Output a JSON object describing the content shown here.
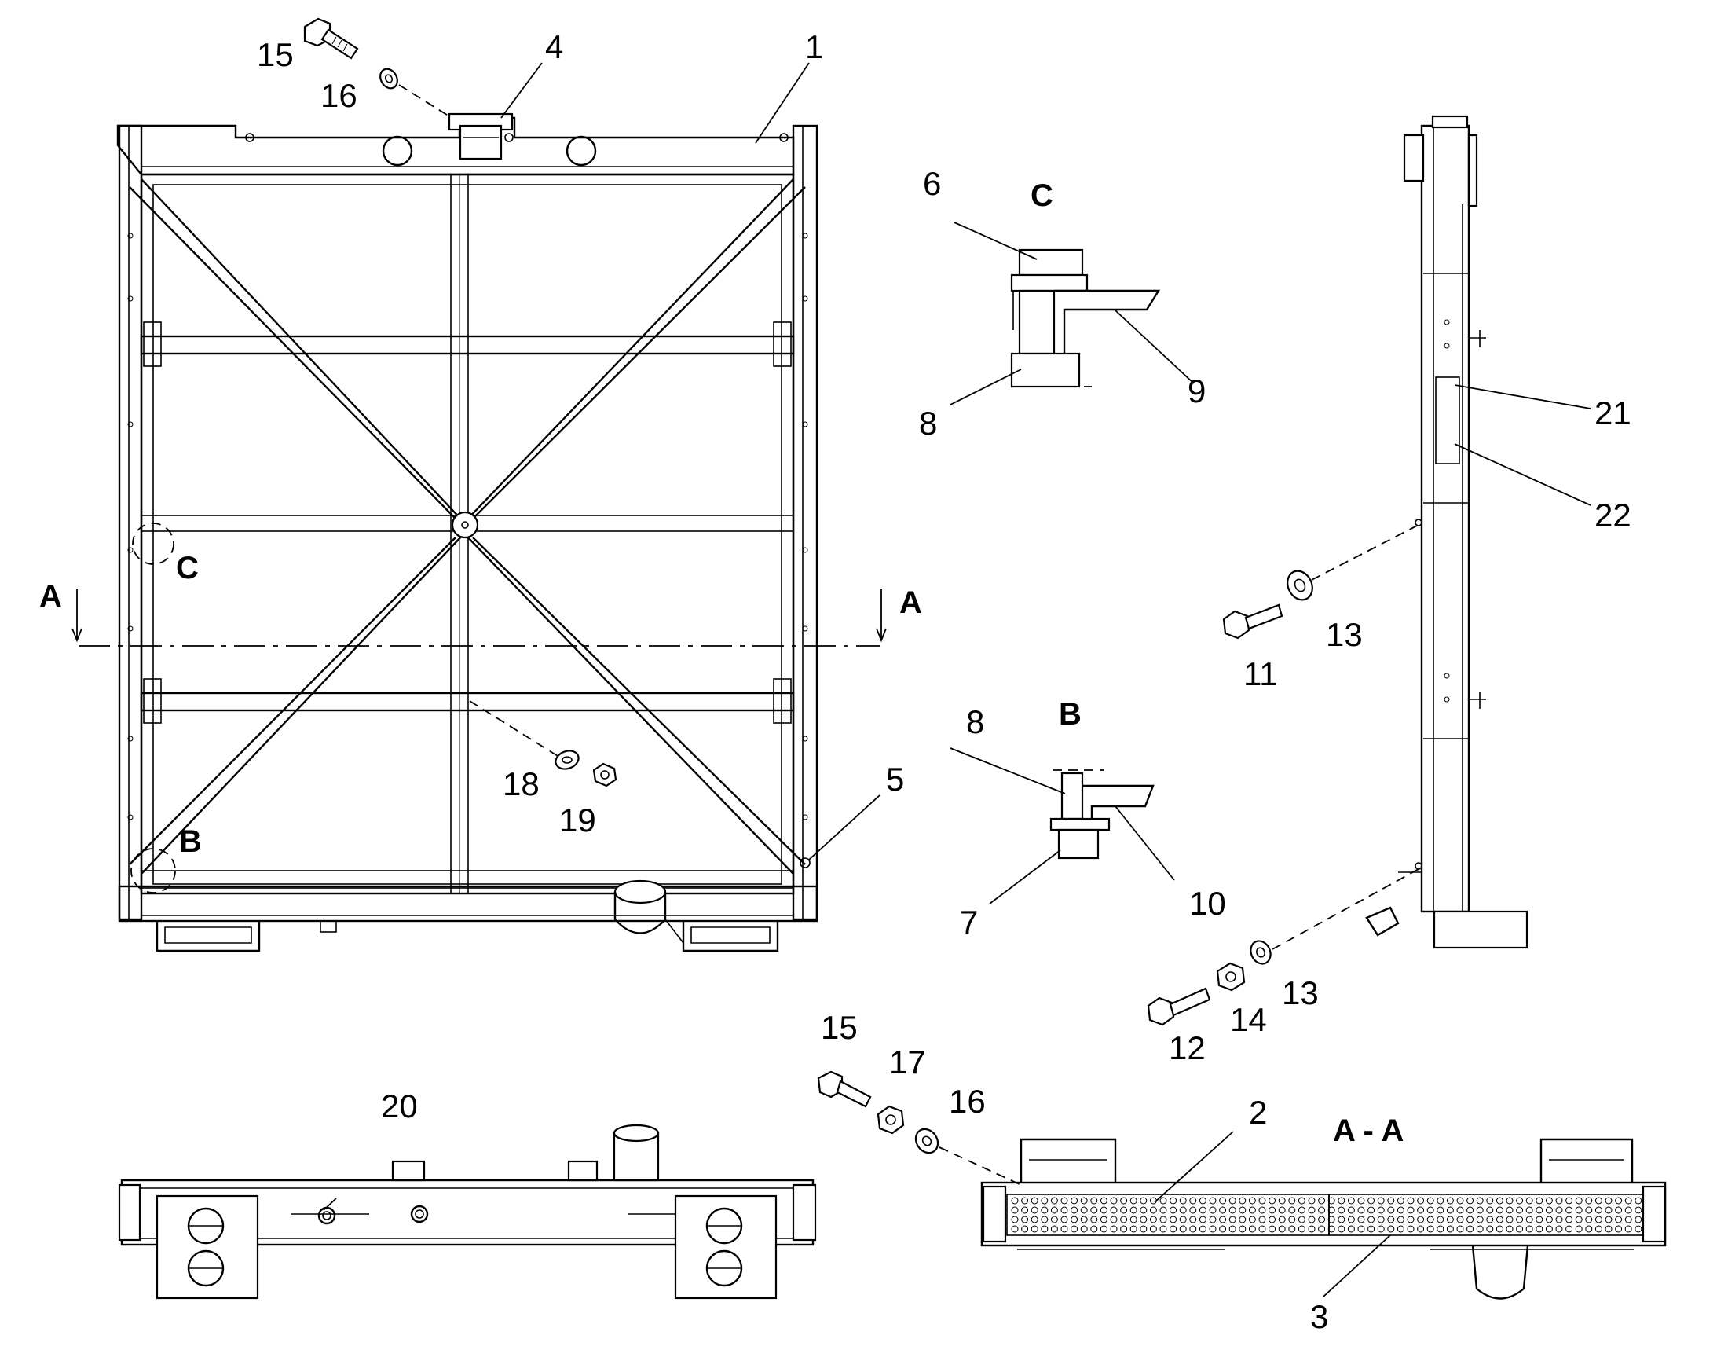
{
  "callouts": [
    {
      "id": "c1",
      "text": "1"
    },
    {
      "id": "c2",
      "text": "2"
    },
    {
      "id": "c3",
      "text": "3"
    },
    {
      "id": "c4",
      "text": "4"
    },
    {
      "id": "c5",
      "text": "5"
    },
    {
      "id": "c6",
      "text": "6"
    },
    {
      "id": "c7",
      "text": "7"
    },
    {
      "id": "c8a",
      "text": "8"
    },
    {
      "id": "c8b",
      "text": "8"
    },
    {
      "id": "c9",
      "text": "9"
    },
    {
      "id": "c10",
      "text": "10"
    },
    {
      "id": "c11",
      "text": "11"
    },
    {
      "id": "c12",
      "text": "12"
    },
    {
      "id": "c13a",
      "text": "13"
    },
    {
      "id": "c13b",
      "text": "13"
    },
    {
      "id": "c14",
      "text": "14"
    },
    {
      "id": "c15a",
      "text": "15"
    },
    {
      "id": "c15b",
      "text": "15"
    },
    {
      "id": "c16a",
      "text": "16"
    },
    {
      "id": "c16b",
      "text": "16"
    },
    {
      "id": "c17",
      "text": "17"
    },
    {
      "id": "c18",
      "text": "18"
    },
    {
      "id": "c19",
      "text": "19"
    },
    {
      "id": "c20",
      "text": "20"
    },
    {
      "id": "c21",
      "text": "21"
    },
    {
      "id": "c22",
      "text": "22"
    }
  ],
  "view_labels": {
    "section_a_left": "A",
    "section_a_right": "A",
    "section_title": "A - A",
    "detail_c_marker": "C",
    "detail_c_title": "C",
    "detail_b_marker": "B",
    "detail_b_title": "B"
  }
}
